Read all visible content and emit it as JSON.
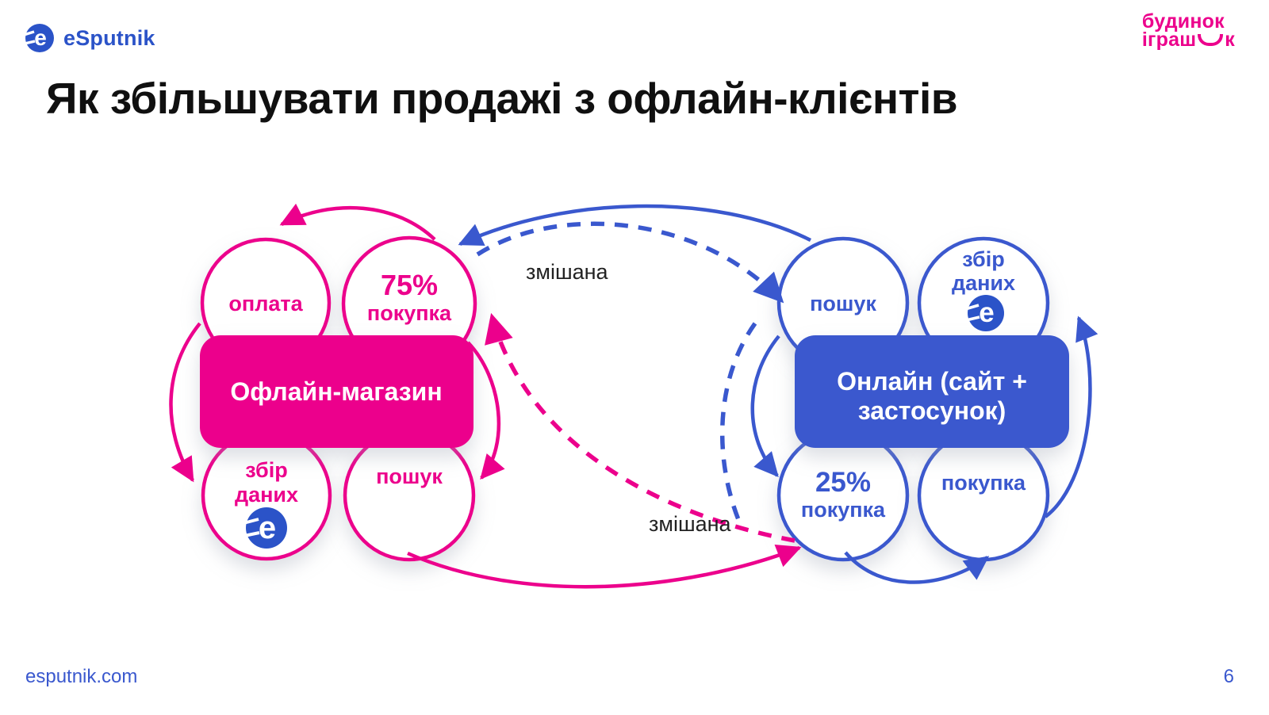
{
  "title": "Як збільшувати продажі з офлайн-клієнтів",
  "header": {
    "brand": "eSputnik",
    "partner_line1": "будинок",
    "partner_line2_start": "іграш",
    "partner_line2_end": "к"
  },
  "footer": {
    "site": "esputnik.com",
    "page_number": "6"
  },
  "colors": {
    "pink": "#ec008c",
    "blue": "#3a58ce",
    "logo_blue": "#2b53c8",
    "title_dark": "#101010"
  },
  "diagram": {
    "offline_cluster": {
      "center_label": "Офлайн-магазин",
      "node_payment": "оплата",
      "node_purchase_value": "75%",
      "node_purchase_label": "покупка",
      "node_data_line1": "збір",
      "node_data_line2": "даних",
      "node_search": "пошук"
    },
    "online_cluster": {
      "center_label_line1": "Онлайн (сайт +",
      "center_label_line2": "застосунок)",
      "node_search": "пошук",
      "node_data_line1": "збір",
      "node_data_line2": "даних",
      "node_purchase_value": "25%",
      "node_purchase_label": "покупка",
      "node_purchase": "покупка"
    },
    "flow_labels": {
      "mixed_top": "змішана",
      "mixed_bottom": "змішана"
    },
    "esputnik_icon_letter": "e"
  }
}
